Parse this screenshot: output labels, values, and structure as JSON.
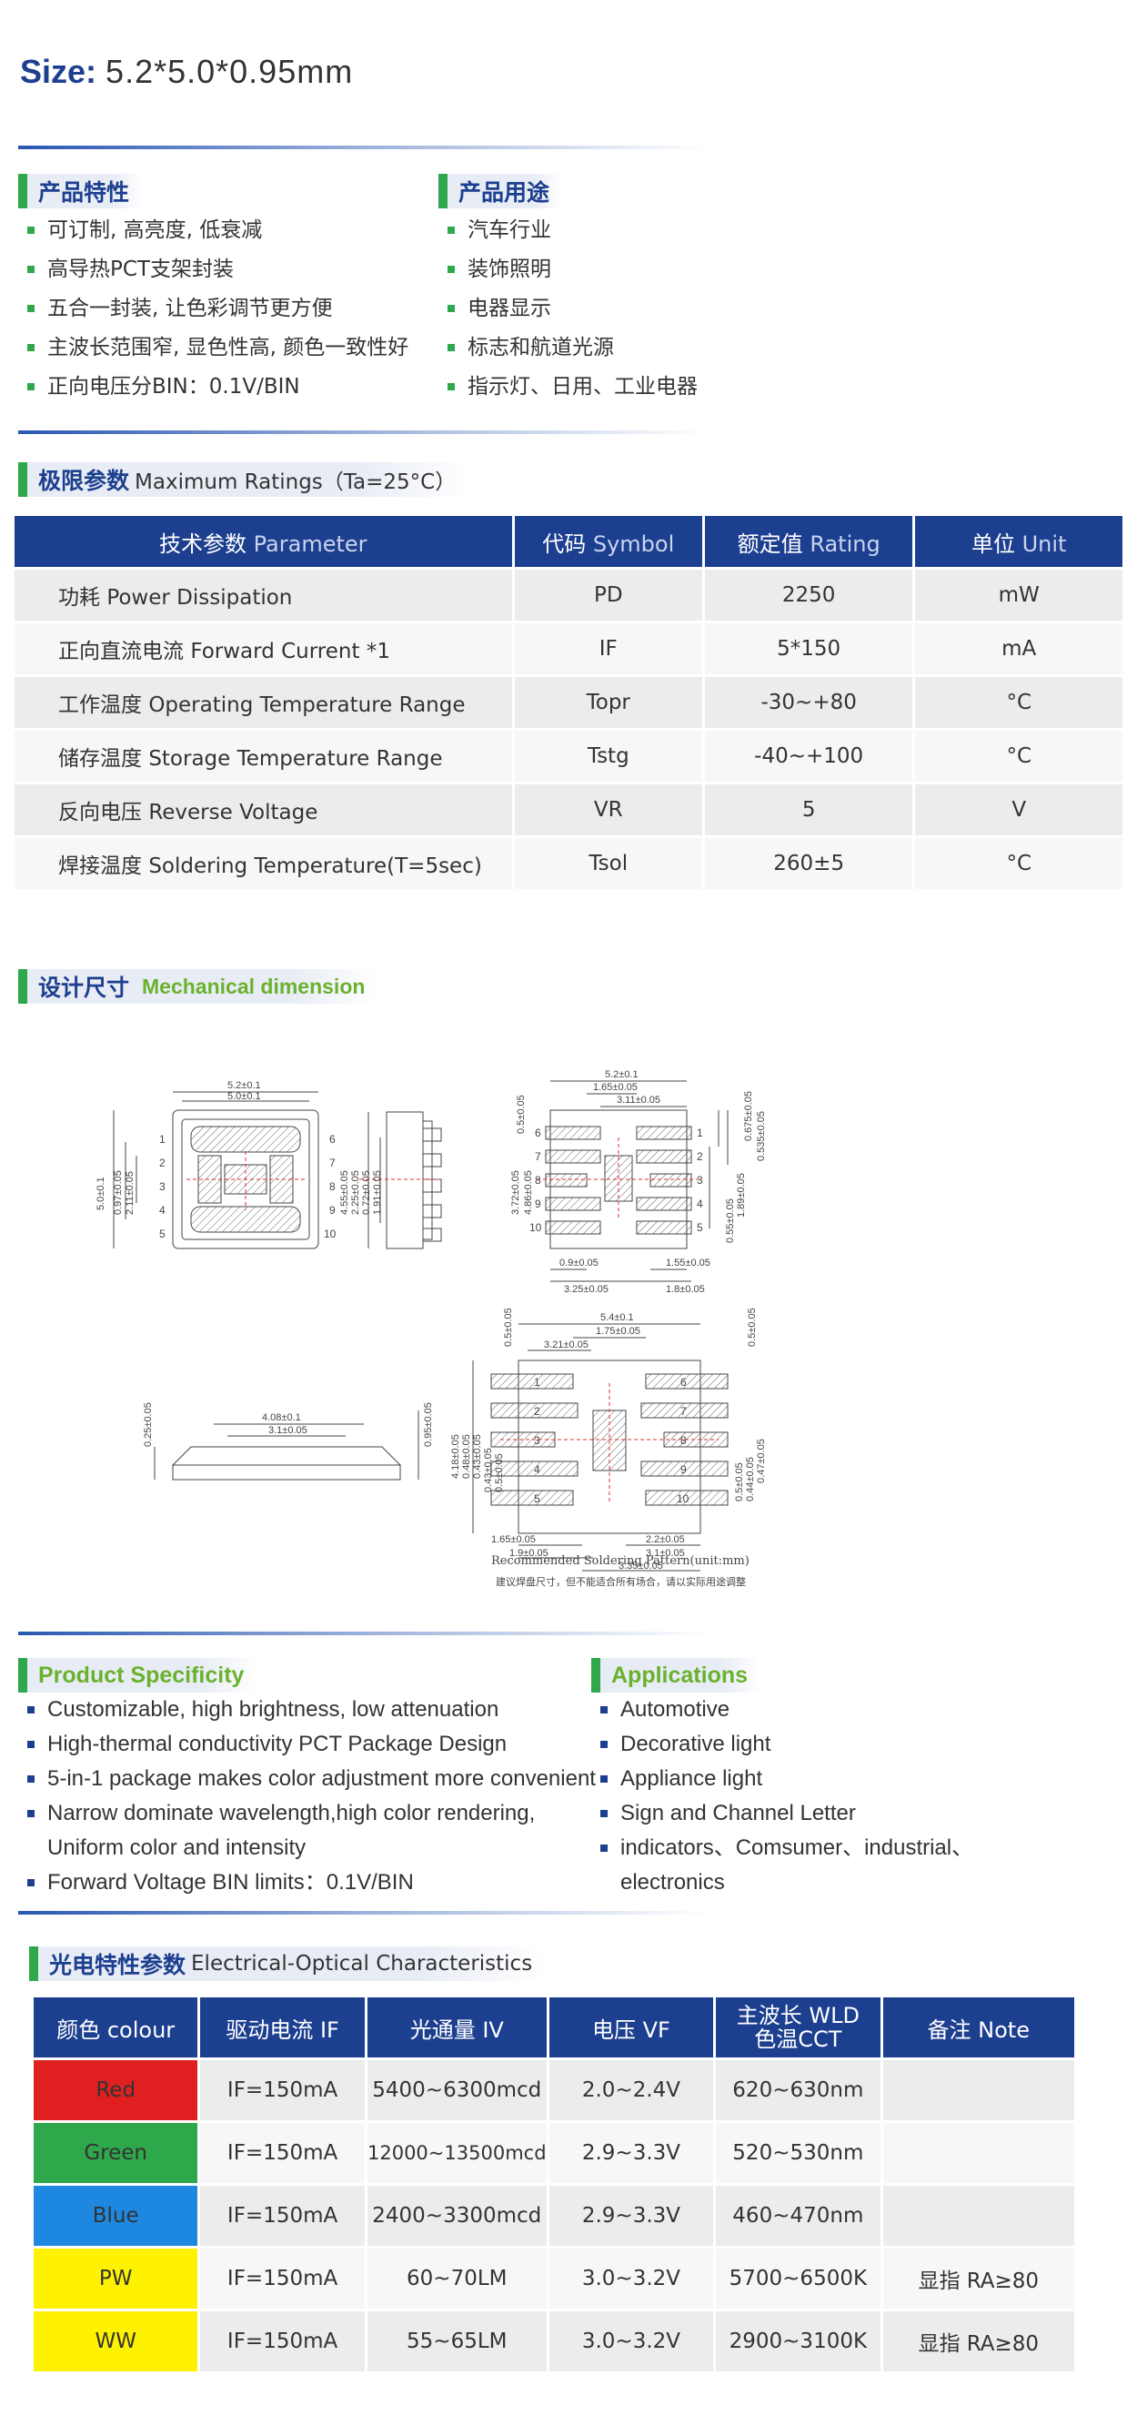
{
  "size": {
    "label": "Size:",
    "value": "5.2*5.0*0.95mm"
  },
  "features": {
    "title": "产品特性",
    "items": [
      "可订制, 高亮度, 低衰减",
      "高导热PCT支架封装",
      "五合一封装, 让色彩调节更方便",
      "主波长范围窄, 显色性高, 颜色一致性好",
      "正向电压分BIN：0.1V/BIN"
    ]
  },
  "uses": {
    "title": "产品用途",
    "items": [
      "汽车行业",
      "装饰照明",
      "电器显示",
      "标志和航道光源",
      "指示灯、日用、工业电器"
    ]
  },
  "ratings": {
    "title": "极限参数",
    "subtitle": "Maximum Ratings（Ta=25°C）",
    "headers": [
      {
        "cn": "技术参数",
        "en": "Parameter"
      },
      {
        "cn": "代码",
        "en": "Symbol"
      },
      {
        "cn": "额定值",
        "en": "Rating"
      },
      {
        "cn": "单位",
        "en": "Unit"
      }
    ],
    "rows": [
      {
        "cn": "功耗",
        "en": "Power Dissipation",
        "symbol": "PD",
        "rating": "2250",
        "unit": "mW"
      },
      {
        "cn": "正向直流电流",
        "en": "Forward Current *1",
        "symbol": "IF",
        "rating": "5*150",
        "unit": "mA"
      },
      {
        "cn": "工作温度",
        "en": "Operating Temperature Range",
        "symbol": "Topr",
        "rating": "-30~+80",
        "unit": "°C"
      },
      {
        "cn": "储存温度",
        "en": "Storage Temperature Range",
        "symbol": "Tstg",
        "rating": "-40~+100",
        "unit": "°C"
      },
      {
        "cn": "反向电压",
        "en": "Reverse Voltage",
        "symbol": "VR",
        "rating": "5",
        "unit": "V"
      },
      {
        "cn": "焊接温度",
        "en": "Soldering Temperature(T=5sec)",
        "symbol": "Tsol",
        "rating": "260±5",
        "unit": "°C"
      }
    ]
  },
  "mechanical": {
    "title": "设计尺寸",
    "subtitle": "Mechanical dimension",
    "dims": {
      "a": "5.2±0.1",
      "b": "5.0±0.1",
      "c": "5.0±0.1",
      "d": "0.97±0.05",
      "e": "2.11±0.05",
      "f": "4.55±0.05",
      "g": "2.25±0.05",
      "h": "0.72±0.05",
      "i": "1.91±0.05",
      "j": "5.2±0.1",
      "k": "1.65±0.05",
      "l": "3.11±0.05",
      "m": "0.5±0.05",
      "n": "0.675±0.05",
      "o": "0.535±0.05",
      "p": "3.72±0.05",
      "q": "4.86±0.05",
      "r": "1.89±0.05",
      "s": "0.55±0.05",
      "t": "0.9±0.05",
      "u": "3.25±0.05",
      "v": "1.55±0.05",
      "w": "1.8±0.05",
      "x": "4.08±0.1",
      "y": "3.1±0.05",
      "z": "0.25±0.05",
      "aa": "0.95±0.05",
      "bb": "5.4±0.1",
      "cc": "1.75±0.05",
      "dd": "3.21±0.05",
      "ee": "0.5±0.05",
      "ff": "0.5±0.05",
      "gg": "4.18±0.05",
      "hh": "0.48±0.05",
      "ii": "0.43±0.05",
      "jj": "0.43±0.05",
      "kk": "0.5±0.05",
      "ll": "0.5±0.05",
      "mm": "0.44±0.05",
      "nn": "0.47±0.05",
      "oo": "1.65±0.05",
      "pp": "1.9±0.05",
      "qq": "2.2±0.05",
      "rr": "3.1±0.05",
      "ss": "3.35±0.05"
    },
    "pins_left": [
      "1",
      "2",
      "3",
      "4",
      "5"
    ],
    "pins_right": [
      "6",
      "7",
      "8",
      "9",
      "10"
    ],
    "caption": "Recommended Soldering Pattern(unit:mm)",
    "caption_note": "建议焊盘尺寸，但不能适合所有场合，请以实际用途调整"
  },
  "specificity": {
    "title": "Product Specificity",
    "items": [
      "Customizable, high brightness, low attenuation",
      "High-thermal conductivity PCT Package Design",
      "5-in-1 package makes color adjustment more convenient",
      "Narrow dominate wavelength,high color rendering,",
      "Uniform color and intensity",
      "Forward Voltage BIN limits：0.1V/BIN"
    ]
  },
  "applications": {
    "title": "Applications",
    "items": [
      "Automotive",
      "Decorative light",
      "Appliance light",
      "Sign and Channel Letter",
      "indicators、Comsumer、industrial、electronics"
    ]
  },
  "optical": {
    "title": "光电特性参数",
    "subtitle": "Electrical-Optical Characteristics",
    "headers": [
      "颜色 colour",
      "驱动电流 IF",
      "光通量 IV",
      "电压 VF",
      "主波长 WLD",
      "色温CCT",
      "备注 Note"
    ],
    "rows": [
      {
        "colour": "Red",
        "if": "IF=150mA",
        "iv": "5400~6300mcd",
        "vf": "2.0~2.4V",
        "wld": "620~630nm",
        "note": "",
        "color_hex": "#e02020"
      },
      {
        "colour": "Green",
        "if": "IF=150mA",
        "iv": "12000~13500mcd",
        "vf": "2.9~3.3V",
        "wld": "520~530nm",
        "note": "",
        "color_hex": "#2ea84a"
      },
      {
        "colour": "Blue",
        "if": "IF=150mA",
        "iv": "2400~3300mcd",
        "vf": "2.9~3.3V",
        "wld": "460~470nm",
        "note": "",
        "color_hex": "#1e88e0"
      },
      {
        "colour": "PW",
        "if": "IF=150mA",
        "iv": "60~70LM",
        "vf": "3.0~3.2V",
        "wld": "5700~6500K",
        "note": "显指 RA≥80",
        "color_hex": "#fff200"
      },
      {
        "colour": "WW",
        "if": "IF=150mA",
        "iv": "55~65LM",
        "vf": "3.0~3.2V",
        "wld": "2900~3100K",
        "note": "显指 RA≥80",
        "color_hex": "#fff200"
      }
    ]
  }
}
